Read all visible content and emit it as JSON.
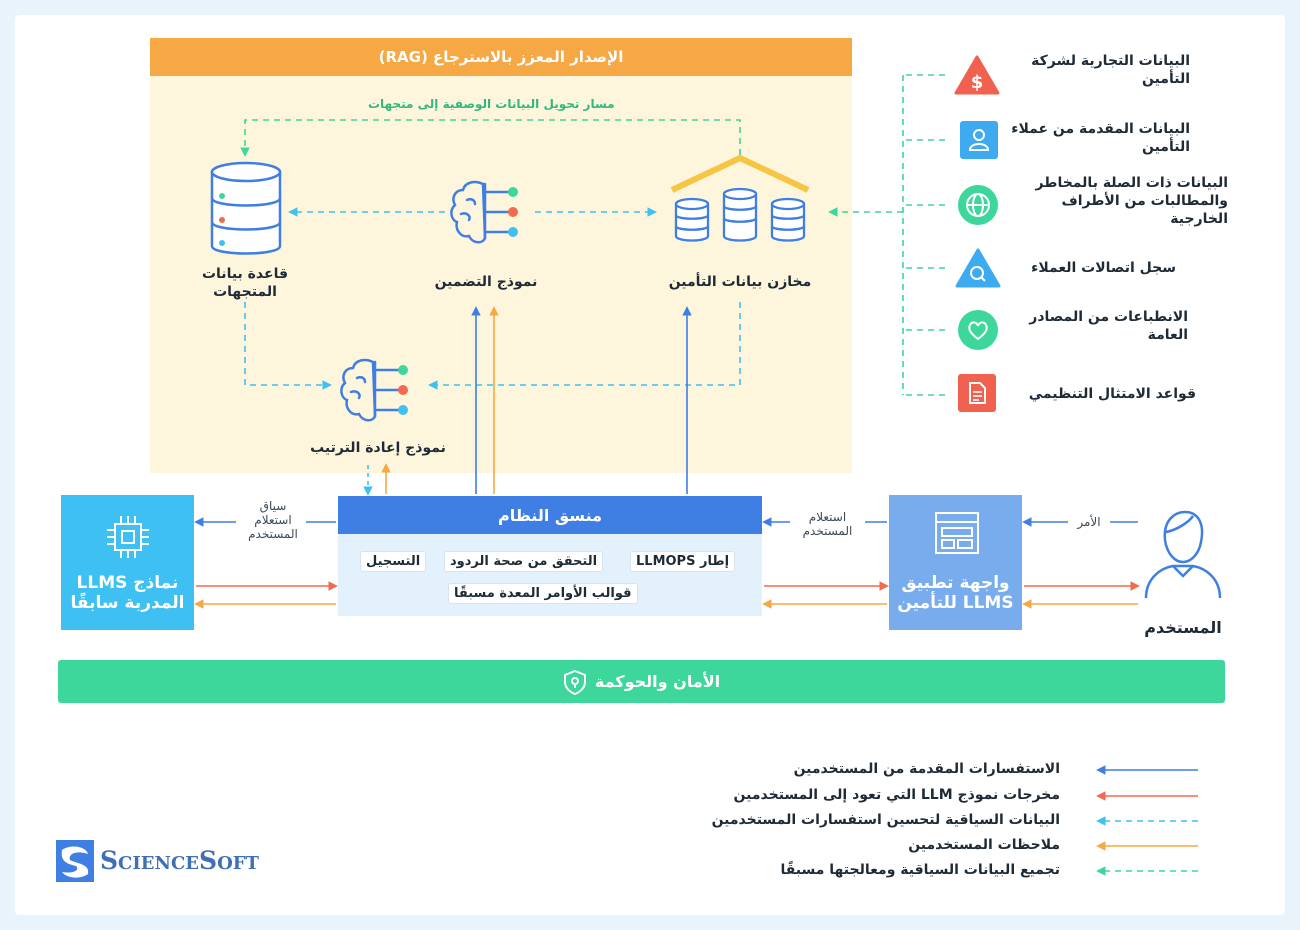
{
  "rag": {
    "title": "الإصدار المعزز بالاسترجاع (RAG)",
    "path_label": "مسار تحويل البيانات الوصفية إلى متجهات",
    "vector_db_line1": "قاعدة بيانات",
    "vector_db_line2": "المتجهات",
    "embedding_model": "نموذج التضمين",
    "insurance_stores": "مخازن بيانات التأمين",
    "reranking_model": "نموذج إعادة الترتيب"
  },
  "orchestrator": {
    "title": "منسق النظام",
    "tags": [
      "إطار LLMOPS",
      "التحقق من صحة الردود",
      "التسجيل",
      "قوالب الأوامر المعدة مسبقًا"
    ]
  },
  "llm_box": {
    "line1": "نماذج LLMS",
    "line2": "المدربة سابقًا"
  },
  "app_box": {
    "line1": "واجهة تطبيق",
    "line2": "LLMS للتأمين"
  },
  "user": {
    "label": "المستخدم"
  },
  "arrows": {
    "context_line1": "سياق",
    "context_line2": "استعلام",
    "context_line3": "المستخدم",
    "query_line1": "استعلام",
    "query_line2": "المستخدم",
    "command": "الأمر"
  },
  "security": {
    "label": "الأمان والحوكمة"
  },
  "sources": [
    {
      "icon": "dollar-icon",
      "line1": "البيانات التجارية لشركة",
      "line2": "التأمين",
      "line3": "",
      "color": "#f0614f"
    },
    {
      "icon": "user-icon",
      "line1": "البيانات المقدمة من عملاء",
      "line2": "التأمين",
      "line3": "",
      "color": "#3eaaf0"
    },
    {
      "icon": "globe-icon",
      "line1": "البيانات ذات الصلة بالمخاطر",
      "line2": "والمطالبات من الأطراف",
      "line3": "الخارجية",
      "color": "#3dd69b"
    },
    {
      "icon": "search-icon",
      "line1": "سجل اتصالات العملاء",
      "line2": "",
      "line3": "",
      "color": "#3eaaf0"
    },
    {
      "icon": "heart-icon",
      "line1": "الانطباعات من المصادر",
      "line2": "العامة",
      "line3": "",
      "color": "#3dd69b"
    },
    {
      "icon": "document-icon",
      "line1": "قواعد الامتثال التنظيمي",
      "line2": "",
      "line3": "",
      "color": "#f0614f"
    }
  ],
  "legend": [
    {
      "label": "الاستفسارات المقدمة من المستخدمين",
      "color": "#3f7ee3",
      "style": "solid"
    },
    {
      "label": "مخرجات نموذج LLM التي تعود إلى المستخدمين",
      "color": "#f26a4f",
      "style": "solid"
    },
    {
      "label": "البيانات السياقية لتحسين استفسارات المستخدمين",
      "color": "#3ec1f2",
      "style": "dashed"
    },
    {
      "label": "ملاحظات المستخدمين",
      "color": "#f5a843",
      "style": "solid"
    },
    {
      "label": "تجميع البيانات السياقية ومعالجتها مسبقًا",
      "color": "#3dd69b",
      "style": "dashed"
    }
  ],
  "logo": {
    "text": "ScienceSoft"
  },
  "colors": {
    "blue": "#3f7ee3",
    "red": "#f26a4f",
    "cyan": "#3ec1f2",
    "orange": "#f5a843",
    "green": "#3dd69b"
  }
}
